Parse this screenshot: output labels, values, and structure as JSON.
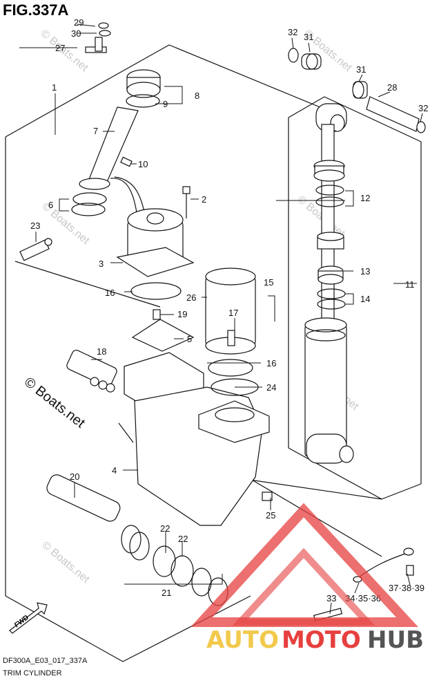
{
  "figure": {
    "title": "FIG.337A",
    "code": "DF300A_E03_017_337A",
    "caption": "TRIM CYLINDER"
  },
  "watermark": {
    "text": "© Boats.net",
    "color": "#c8c8c8"
  },
  "logo": {
    "part1": "AUTO",
    "part2": "MOTO",
    "part3": "HUB",
    "color_auto": "#f2c94c",
    "color_moto": "#e6403f",
    "color_hub": "#555555"
  },
  "fwd_label": "FWD",
  "parts": {
    "p1": "1",
    "p2": "2",
    "p3": "3",
    "p4": "4",
    "p5": "5",
    "p6": "6",
    "p7": "7",
    "p8": "8",
    "p9": "9",
    "p10": "10",
    "p11": "11",
    "p12": "12",
    "p13": "13",
    "p14": "14",
    "p15": "15",
    "p16a": "16",
    "p16b": "16",
    "p17": "17",
    "p18": "18",
    "p19": "19",
    "p20": "20",
    "p21": "21",
    "p22a": "22",
    "p22b": "22",
    "p23": "23",
    "p24": "24",
    "p25": "25",
    "p26": "26",
    "p27": "27",
    "p28": "28",
    "p29": "29",
    "p30": "30",
    "p31a": "31",
    "p31b": "31",
    "p32a": "32",
    "p32b": "32",
    "p33": "33",
    "p34": "34·35·36",
    "p37": "37·38·39"
  }
}
